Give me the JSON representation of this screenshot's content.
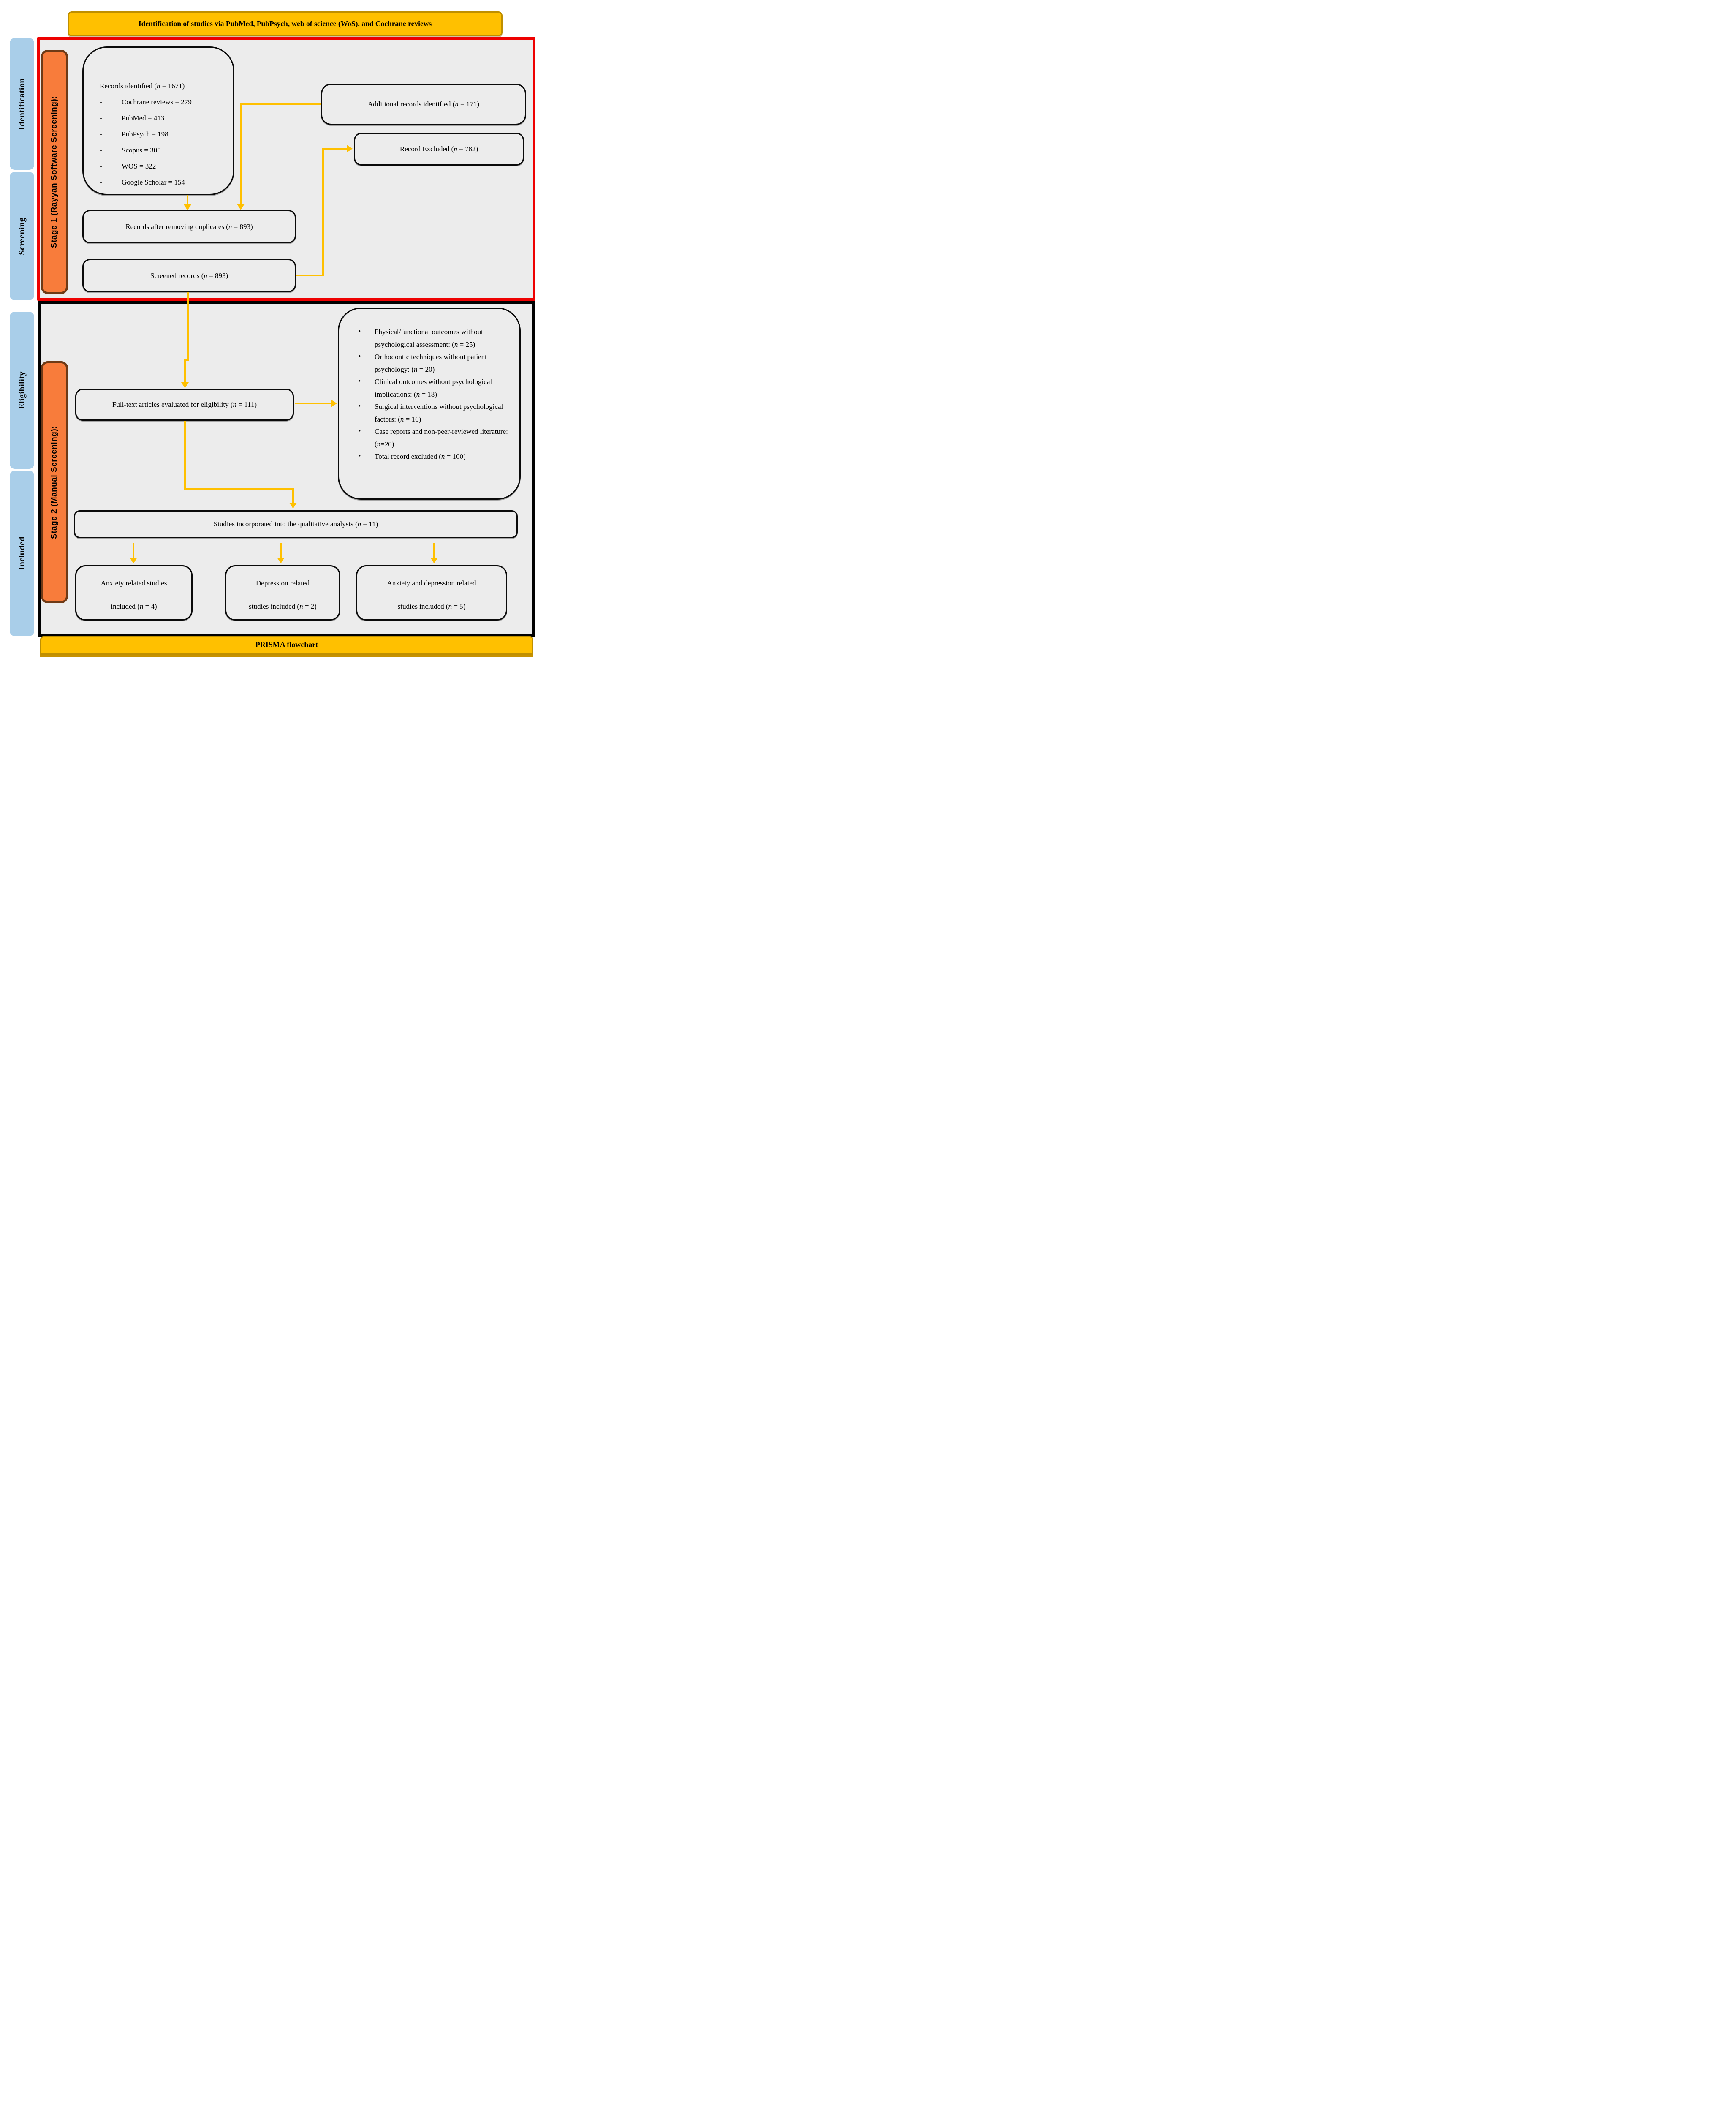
{
  "banner_top": {
    "text": "Identification of studies via PubMed, PubPsych, web of science (WoS), and Cochrane reviews"
  },
  "banner_bottom": {
    "text": "PRISMA flowchart"
  },
  "sidebar": {
    "phases": {
      "identification": "Identification",
      "screening": "Screening",
      "eligibility": "Eligibility",
      "included": "Included"
    }
  },
  "stages": {
    "stage1": "Stage 1 (Rayyan Software Screening):",
    "stage2": "Stage 2 (Manual Screening):"
  },
  "boxes": {
    "records_identified": {
      "title": "Records identified (n = 1671)",
      "items": [
        "Cochrane reviews = 279",
        "PubMed = 413",
        "PubPsych = 198",
        "Scopus = 305",
        "WOS = 322",
        "Google Scholar = 154"
      ]
    },
    "additional_records": "Additional records identified (n = 171)",
    "record_excluded": "Record Excluded (n = 782)",
    "records_after_duplicates": "Records after removing duplicates (n = 893)",
    "screened_records": "Screened records (n = 893)",
    "full_text": "Full-text articles evaluated for eligibility (n = 111)",
    "exclusion_reasons": {
      "items": [
        "Physical/functional outcomes without psychological assessment: (n = 25)",
        "Orthodontic techniques without patient psychology: (n = 20)",
        "Clinical outcomes without psychological implications: (n = 18)",
        "Surgical interventions without psychological factors: (n = 16)",
        "Case reports and non-peer-reviewed literature: (n=20)",
        "Total record excluded (n = 100)"
      ]
    },
    "studies_qualitative": "Studies incorporated into the qualitative analysis (n = 11)",
    "anxiety": {
      "lines": [
        "Anxiety  related  studies",
        "included (n = 4)"
      ]
    },
    "depression": {
      "lines": [
        "Depression related",
        "studies included (n = 2)"
      ]
    },
    "anxiety_depression": {
      "lines": [
        "Anxiety and depression related",
        "studies included (n = 5)"
      ]
    }
  },
  "colors": {
    "banner_fill": "#FFC000",
    "banner_border": "#BF8F00",
    "stage1_border": "#EE0101",
    "stage2_border": "#000000",
    "container_fill": "#ECECEC",
    "phase_fill": "#A9CEE9",
    "stage_label_fill": "#F87C3B",
    "stage_label_border": "#6E3A16",
    "arrow": "#FFC000",
    "box_border": "#0A0A0A"
  }
}
